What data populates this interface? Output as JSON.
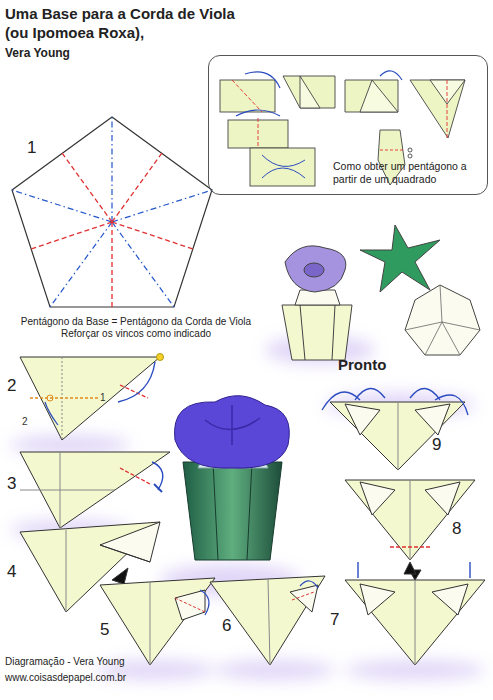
{
  "diagram": {
    "title": "Uma Base para a Corda de Viola (ou Ipomoea Roxa),",
    "nodes": [
      {
        "text": [
          "Como obter um pentágono a partir de um quadrado"
        ]
      }
    ],
    "labels": [
      "Vera Young",
      "1",
      "Pentágono da Base = Pentágono da Corda de Viola Reforçar os vincos como indicado",
      "Pronto",
      "2",
      "1",
      "2",
      "9",
      "3",
      "8",
      "4",
      "5",
      "6",
      "7",
      "Diagramação - Vera Young",
      "www.coisasdepapel.com.br"
    ]
  }
}
